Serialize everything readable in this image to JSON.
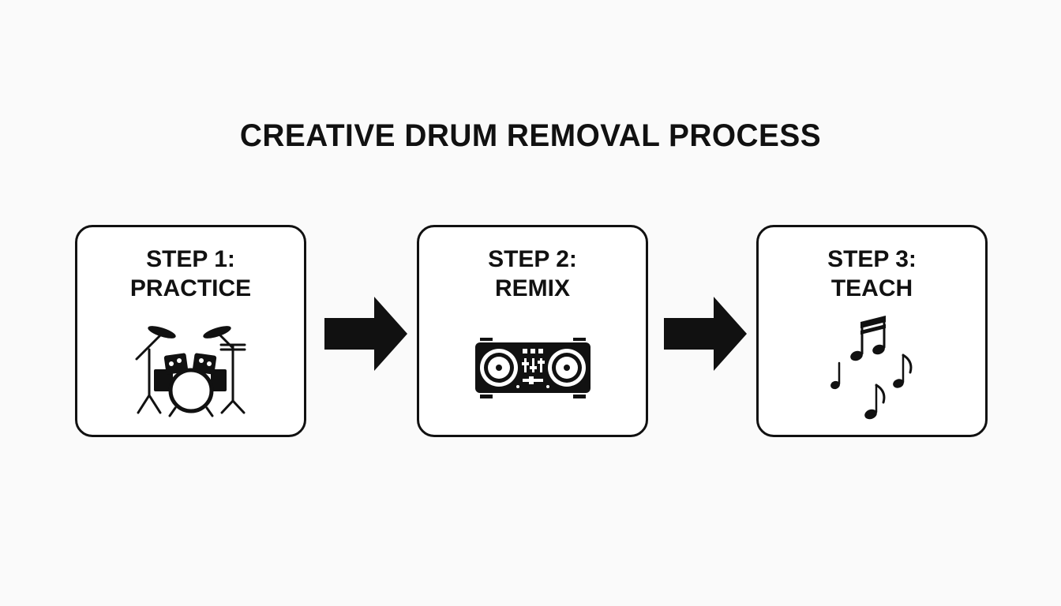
{
  "title": "CREATIVE DRUM REMOVAL PROCESS",
  "steps": [
    {
      "line1": "STEP 1:",
      "line2": "PRACTICE",
      "icon": "drum-kit-icon"
    },
    {
      "line1": "STEP 2:",
      "line2": "REMIX",
      "icon": "dj-controller-icon"
    },
    {
      "line1": "STEP 3:",
      "line2": "TEACH",
      "icon": "music-notes-icon"
    }
  ],
  "arrows": [
    "right-arrow-icon",
    "right-arrow-icon"
  ],
  "colors": {
    "ink": "#111111",
    "background": "#fafafa",
    "box_fill": "#ffffff"
  }
}
